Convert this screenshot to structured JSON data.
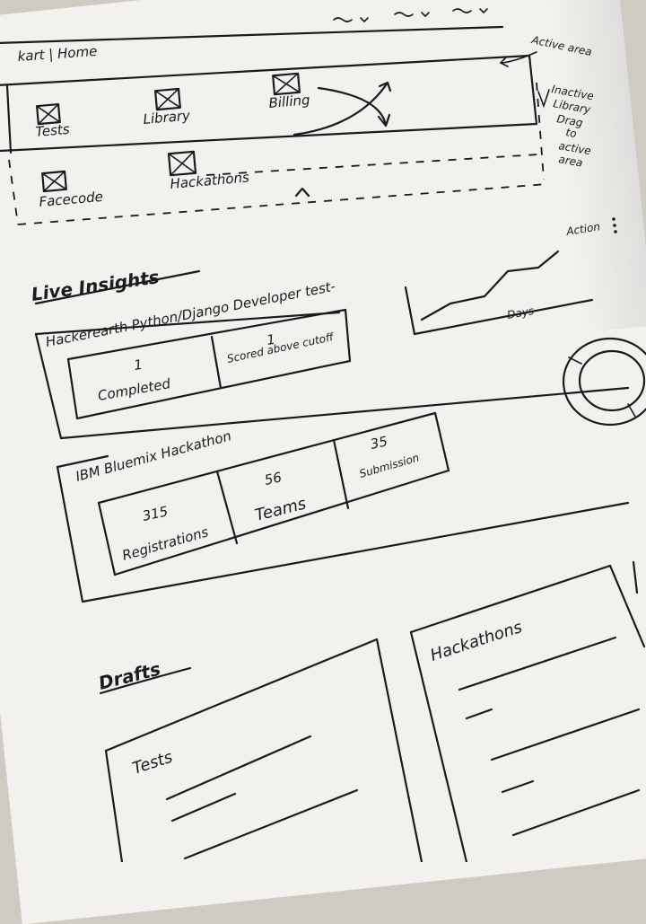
{
  "header": {
    "title": "kart | Home",
    "active_area_label": "Active area",
    "inactive_lines": [
      "Inactive",
      "Library",
      "Drag",
      "to",
      "active",
      "area"
    ]
  },
  "active_items": [
    {
      "label": "Tests",
      "icon": "checkbox-image-icon"
    },
    {
      "label": "Library",
      "icon": "checkbox-image-icon"
    },
    {
      "label": "Billing",
      "icon": "checkbox-image-icon"
    }
  ],
  "inactive_items": [
    {
      "label": "Facecode",
      "icon": "checkbox-image-icon"
    },
    {
      "label": "Hackathons",
      "icon": "checkbox-image-icon"
    }
  ],
  "live_insights": {
    "title": "Live Insights",
    "actions_label": "Action",
    "chart_xlabel": "Days",
    "test_card": {
      "title": "Hackerearth Python/Django Developer test-",
      "metrics": [
        {
          "value": "1",
          "label": "Completed"
        },
        {
          "value": "1",
          "label": "Scored above cutoff"
        }
      ]
    },
    "hackathon_card": {
      "title": "IBM Bluemix Hackathon",
      "metrics": [
        {
          "value": "315",
          "label": "Registrations"
        },
        {
          "value": "56",
          "label": "Teams"
        },
        {
          "value": "35",
          "label": "Submission"
        }
      ]
    }
  },
  "drafts": {
    "title": "Drafts",
    "tests_title": "Tests",
    "hackathons_title": "Hackathons"
  }
}
